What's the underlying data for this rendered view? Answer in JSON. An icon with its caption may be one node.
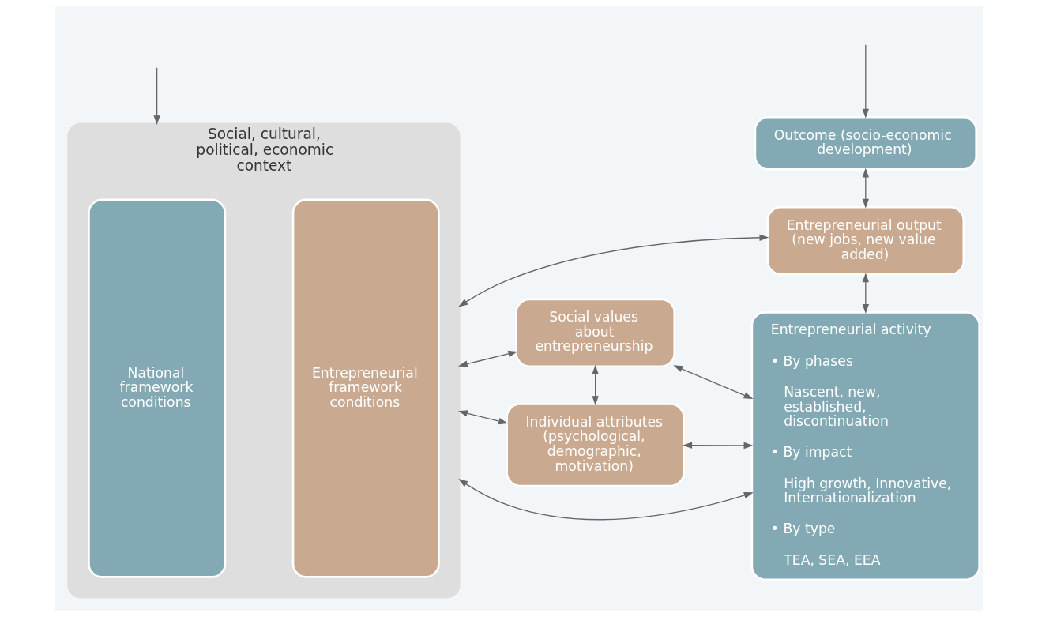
{
  "diagram": {
    "nodes": [
      {
        "text": [
          "Social, cultural, political, economic context"
        ]
      },
      {
        "text": [
          "National framework conditions"
        ],
        "in": 0
      },
      {
        "text": [
          "Entrepreneurial framework conditions"
        ],
        "in": 0
      },
      {
        "text": [
          "Outcome (socio-economic development)"
        ]
      },
      {
        "text": [
          "Entrepreneurial output (new jobs, new value added)"
        ]
      },
      {
        "text": [
          "Social values about entrepreneurship"
        ]
      },
      {
        "text": [
          "Individual attributes (psychological, demographic, motivation)"
        ]
      },
      {
        "text": [
          "Entrepreneurial activity",
          "• By phases",
          "Nascent, new, established, discontinuation",
          "• By impact",
          "High growth, Innovative, Internationalization",
          "• By type",
          "TEA, SEA, EEA"
        ]
      }
    ],
    "edges": [
      {
        "from": null,
        "to": 0,
        "arrow": "to"
      },
      {
        "from": null,
        "to": 3,
        "arrow": "to"
      },
      {
        "from": 3,
        "to": 4,
        "arrow": "both"
      },
      {
        "from": 0,
        "to": 4,
        "arrow": "both"
      },
      {
        "from": 4,
        "to": 7,
        "arrow": "both"
      },
      {
        "from": 0,
        "to": 5,
        "arrow": "both"
      },
      {
        "from": 5,
        "to": 7,
        "arrow": "both"
      },
      {
        "from": 5,
        "to": 6,
        "arrow": "both"
      },
      {
        "from": 0,
        "to": 6,
        "arrow": "both"
      },
      {
        "from": 6,
        "to": 7,
        "arrow": "both"
      },
      {
        "from": 0,
        "to": 7,
        "arrow": "both"
      }
    ]
  }
}
